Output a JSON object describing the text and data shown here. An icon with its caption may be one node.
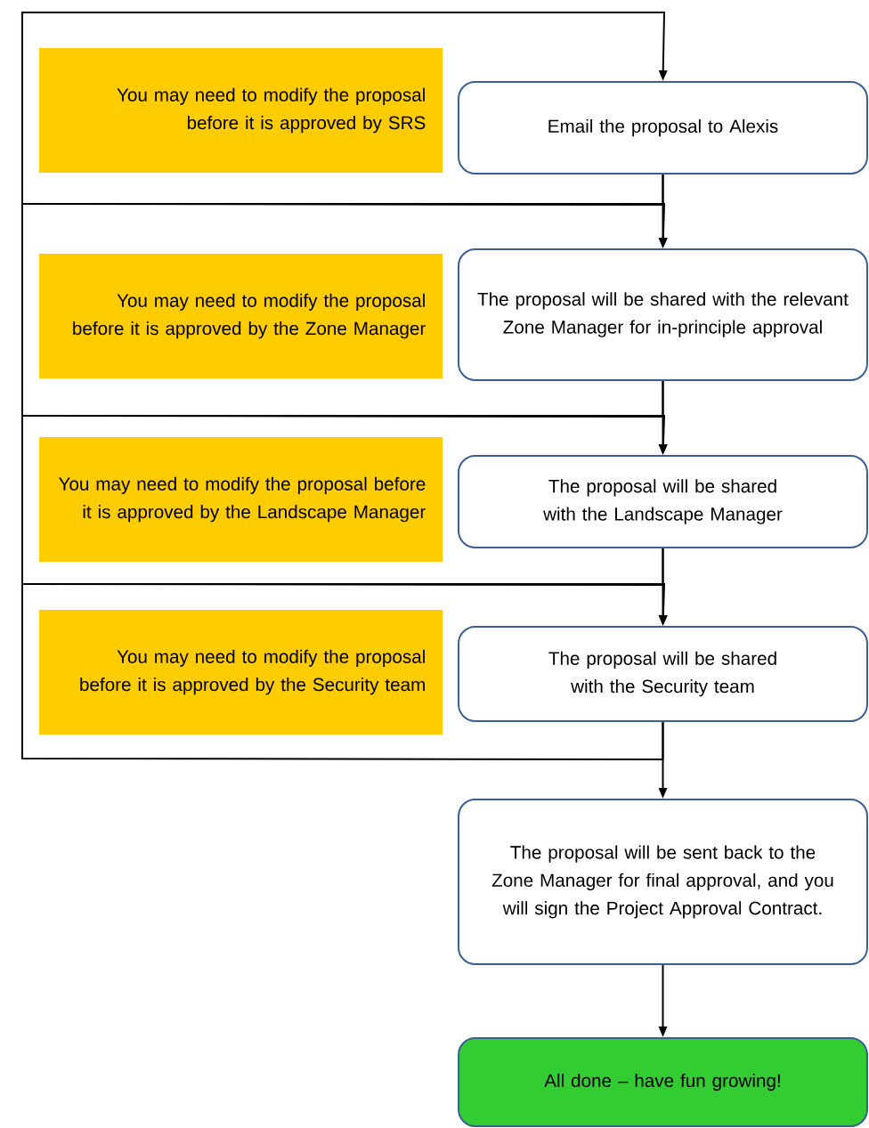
{
  "diagram": {
    "nodes": [
      {
        "text": [
          "You may need to modify the proposal before it is approved by SRS"
        ]
      },
      {
        "text": [
          "Email the proposal to Alexis"
        ]
      },
      {
        "text": [
          "You may need to modify the proposal before it is approved by the Zone Manager"
        ]
      },
      {
        "text": [
          "The proposal will be shared with the relevant Zone Manager for in-principle approval"
        ]
      },
      {
        "text": [
          "You may need to modify the proposal before it is approved by the Landscape Manager"
        ]
      },
      {
        "text": [
          "The proposal will be shared with the Landscape Manager"
        ]
      },
      {
        "text": [
          "You may need to modify the proposal before it is approved by the Security team"
        ]
      },
      {
        "text": [
          "The proposal will be shared with the Security team"
        ]
      },
      {
        "text": [
          "The proposal will be sent back to the Zone Manager for final approval, and you will sign the Project Approval Contract."
        ]
      },
      {
        "text": [
          "All done – have fun growing!"
        ]
      }
    ],
    "edges": [
      {
        "from": 1,
        "to": 3,
        "arrow": "to"
      },
      {
        "from": 3,
        "to": 5,
        "arrow": "to"
      },
      {
        "from": 5,
        "to": 7,
        "arrow": "to"
      },
      {
        "from": 7,
        "to": 8,
        "arrow": "to"
      },
      {
        "from": 8,
        "to": 9,
        "arrow": "to"
      },
      {
        "from": 1,
        "to": 1,
        "arrow": "to"
      },
      {
        "from": 3,
        "to": 3,
        "arrow": "to"
      },
      {
        "from": 5,
        "to": 5,
        "arrow": "to"
      },
      {
        "from": 7,
        "to": 7,
        "arrow": "to"
      }
    ]
  }
}
